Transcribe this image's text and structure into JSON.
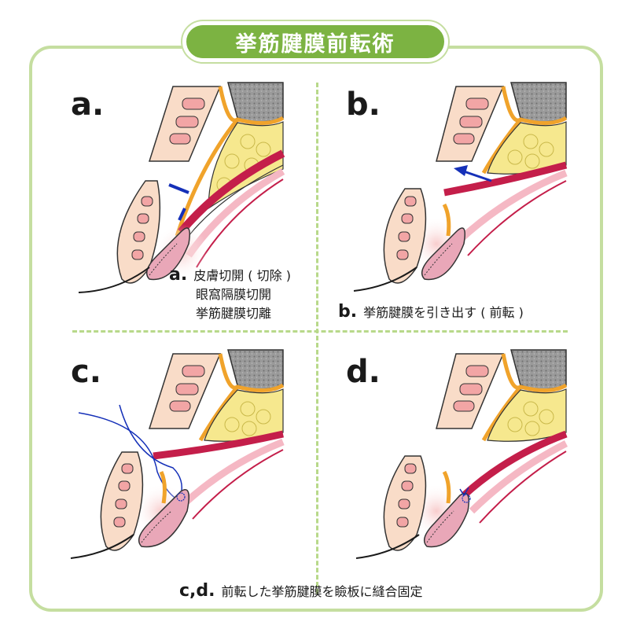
{
  "title": "挙筋腱膜前転術",
  "colors": {
    "accent": "#7cb342",
    "frame": "#c5dea0",
    "skin": "#f9dcc8",
    "bone": "#8a8a8a",
    "fat": "#f6e88e",
    "muscle_dark": "#c41e4a",
    "tendon": "#f0a32b",
    "tarsus": "#e9a7b8",
    "arrow": "#1530b8",
    "suture": "#1530b8"
  },
  "panels": [
    {
      "label": "a.",
      "caption_prefix": "a.",
      "caption_lines": [
        "皮膚切開 ( 切除 )",
        "眼窩隔膜切開",
        "挙筋腱膜切離"
      ]
    },
    {
      "label": "b.",
      "caption_prefix": "b.",
      "caption_lines": [
        "挙筋腱膜を引き出す ( 前転 )"
      ]
    },
    {
      "label": "c.",
      "caption_prefix": "",
      "caption_lines": []
    },
    {
      "label": "d.",
      "caption_prefix": "",
      "caption_lines": []
    }
  ],
  "bottom_caption": {
    "prefix": "c,d.",
    "text": "前転した挙筋腱膜を瞼板に縫合固定"
  }
}
